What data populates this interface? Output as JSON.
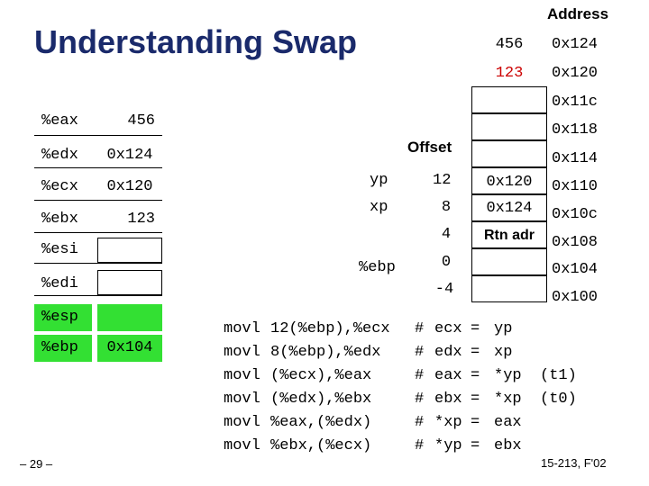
{
  "title": "Understanding Swap",
  "address_header": "Address",
  "registers": [
    {
      "name": "%eax",
      "value": "456"
    },
    {
      "name": "%edx",
      "value": "0x124"
    },
    {
      "name": "%ecx",
      "value": "0x120"
    },
    {
      "name": "%ebx",
      "value": "123"
    },
    {
      "name": "%esi",
      "value": ""
    },
    {
      "name": "%edi",
      "value": ""
    },
    {
      "name": "%esp",
      "value": ""
    },
    {
      "name": "%ebp",
      "value": "0x104"
    }
  ],
  "memory": [
    {
      "content": "456",
      "address": "0x124"
    },
    {
      "content": "123",
      "address": "0x120"
    },
    {
      "content": "",
      "address": "0x11c"
    },
    {
      "content": "",
      "address": "0x118"
    },
    {
      "content": "",
      "address": "0x114"
    },
    {
      "content": "0x120",
      "address": "0x110"
    },
    {
      "content": "0x124",
      "address": "0x10c"
    },
    {
      "content": "Rtn adr",
      "address": "0x108"
    },
    {
      "content": "",
      "address": "0x104"
    },
    {
      "content": "",
      "address": "0x100"
    }
  ],
  "offset_header": "Offset",
  "offsets": [
    "12",
    "8",
    "4",
    "0",
    "-4"
  ],
  "offset_labels": [
    "yp",
    "xp",
    "%ebp"
  ],
  "code": [
    {
      "op": "movl",
      "args": "12(%ebp),%ecx",
      "hash": "#",
      "lhs": "ecx",
      "eq": "=",
      "rhs": "yp"
    },
    {
      "op": "movl",
      "args": "8(%ebp),%edx",
      "hash": "#",
      "lhs": "edx",
      "eq": "=",
      "rhs": "xp"
    },
    {
      "op": "movl",
      "args": "(%ecx),%eax",
      "hash": "#",
      "lhs": "eax",
      "eq": "=",
      "rhs": "*yp  (t1)"
    },
    {
      "op": "movl",
      "args": "(%edx),%ebx",
      "hash": "#",
      "lhs": "ebx",
      "eq": "=",
      "rhs": "*xp  (t0)"
    },
    {
      "op": "movl",
      "args": "%eax,(%edx)",
      "hash": "#",
      "lhs": "*xp",
      "eq": "=",
      "rhs": "eax"
    },
    {
      "op": "movl",
      "args": "%ebx,(%ecx)",
      "hash": "#",
      "lhs": "*yp",
      "eq": "=",
      "rhs": "ebx"
    }
  ],
  "page_number": "– 29 –",
  "course": "15-213, F'02",
  "colors": {
    "title": "#1a2a6b",
    "highlight_green": "#33e033",
    "memory_text_red": "#cc0000"
  }
}
